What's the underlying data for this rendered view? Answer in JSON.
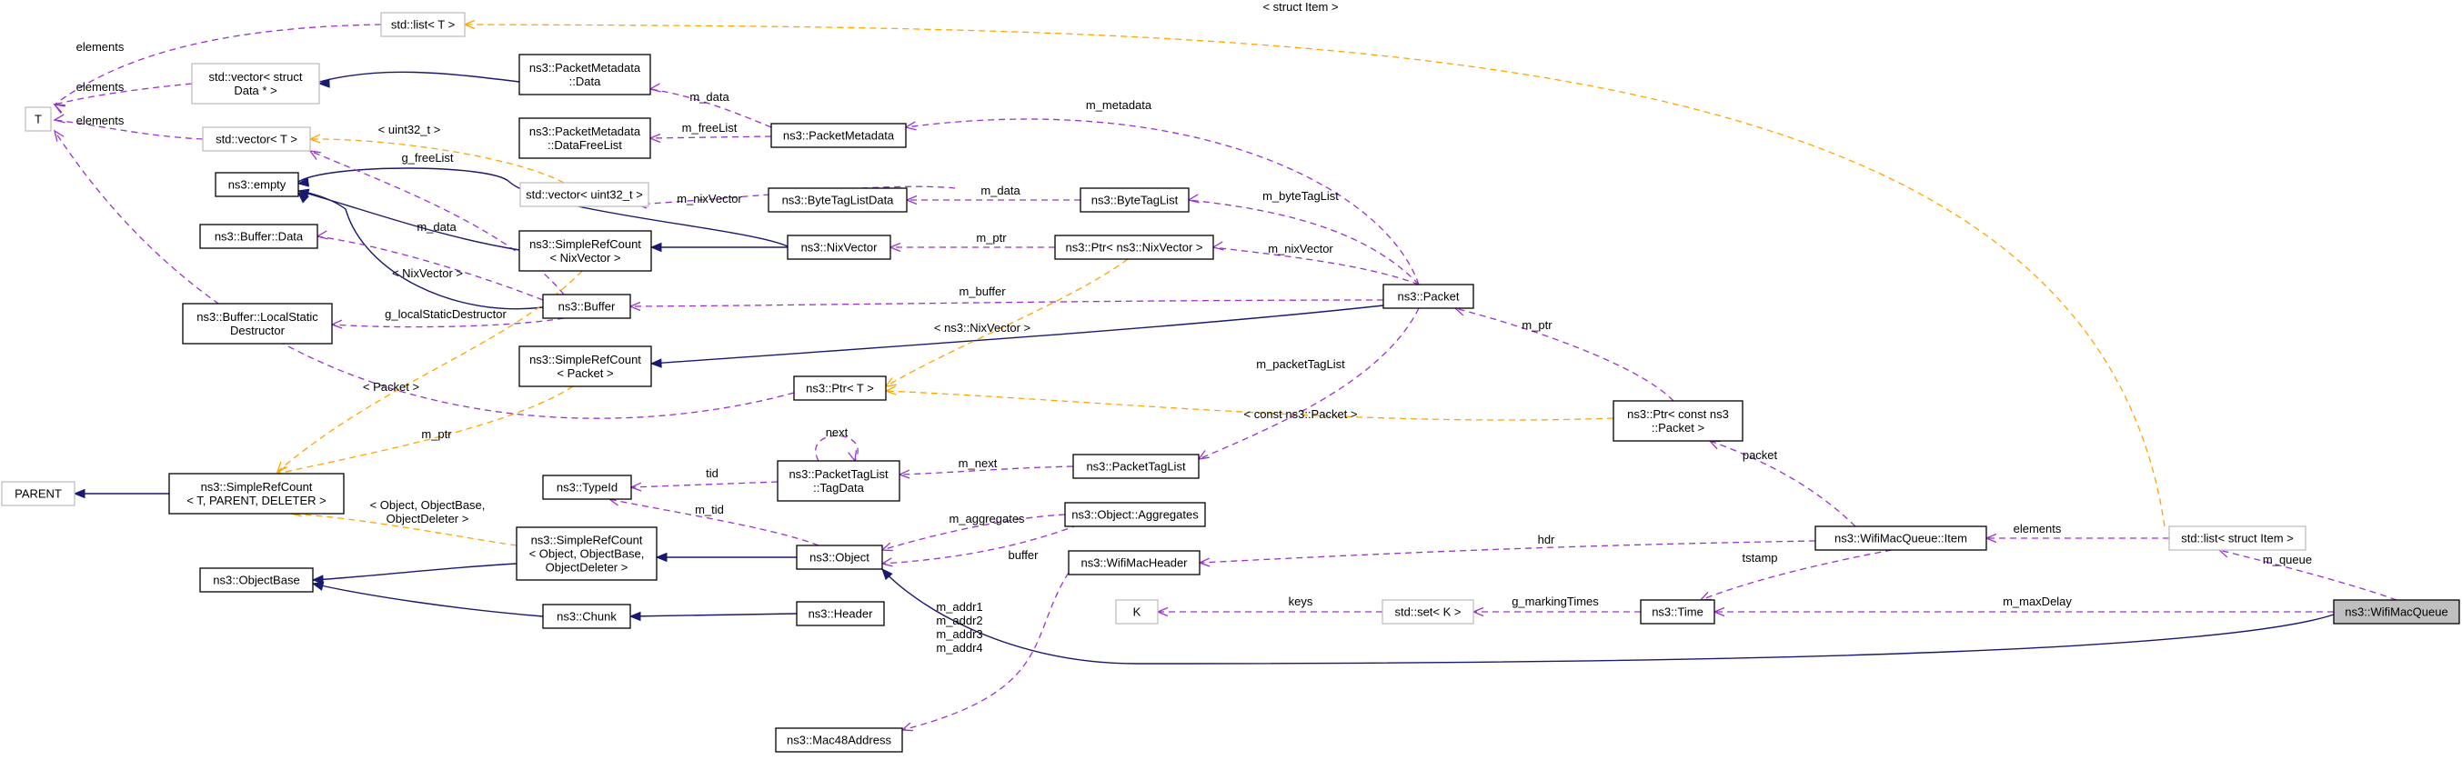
{
  "nodes": [
    {
      "id": "T",
      "lines": [
        "T"
      ],
      "style": "ext"
    },
    {
      "id": "list_T",
      "lines": [
        "std::list< T >"
      ],
      "style": "ext"
    },
    {
      "id": "vector_data",
      "lines": [
        "std::vector< struct",
        "Data * >"
      ],
      "style": "ext"
    },
    {
      "id": "vector_T",
      "lines": [
        "std::vector< T >"
      ],
      "style": "ext"
    },
    {
      "id": "empty",
      "lines": [
        "ns3::empty"
      ],
      "style": "normal"
    },
    {
      "id": "buffer_data",
      "lines": [
        "ns3::Buffer::Data"
      ],
      "style": "normal"
    },
    {
      "id": "buffer_lsd",
      "lines": [
        "ns3::Buffer::LocalStatic",
        "Destructor"
      ],
      "style": "normal"
    },
    {
      "id": "parent",
      "lines": [
        "PARENT"
      ],
      "style": "ext"
    },
    {
      "id": "srcount_generic",
      "lines": [
        "ns3::SimpleRefCount",
        "< T, PARENT, DELETER >"
      ],
      "style": "normal"
    },
    {
      "id": "objectbase",
      "lines": [
        "ns3::ObjectBase"
      ],
      "style": "normal"
    },
    {
      "id": "pm_data",
      "lines": [
        "ns3::PacketMetadata",
        "::Data"
      ],
      "style": "normal"
    },
    {
      "id": "pm_dfl",
      "lines": [
        "ns3::PacketMetadata",
        "::DataFreeList"
      ],
      "style": "normal"
    },
    {
      "id": "vector_u32",
      "lines": [
        "std::vector< uint32_t >"
      ],
      "style": "ext"
    },
    {
      "id": "src_nix",
      "lines": [
        "ns3::SimpleRefCount",
        "< NixVector >"
      ],
      "style": "normal"
    },
    {
      "id": "buffer",
      "lines": [
        "ns3::Buffer"
      ],
      "style": "normal"
    },
    {
      "id": "src_packet",
      "lines": [
        "ns3::SimpleRefCount",
        "< Packet >"
      ],
      "style": "normal"
    },
    {
      "id": "typeid",
      "lines": [
        "ns3::TypeId"
      ],
      "style": "normal"
    },
    {
      "id": "src_obj",
      "lines": [
        "ns3::SimpleRefCount",
        "< Object, ObjectBase,",
        "ObjectDeleter >"
      ],
      "style": "normal"
    },
    {
      "id": "chunk",
      "lines": [
        "ns3::Chunk"
      ],
      "style": "normal"
    },
    {
      "id": "packetmetadata",
      "lines": [
        "ns3::PacketMetadata"
      ],
      "style": "normal"
    },
    {
      "id": "btl_data",
      "lines": [
        "ns3::ByteTagListData"
      ],
      "style": "normal"
    },
    {
      "id": "nixvector",
      "lines": [
        "ns3::NixVector"
      ],
      "style": "normal"
    },
    {
      "id": "ptr_T",
      "lines": [
        "ns3::Ptr< T >"
      ],
      "style": "normal"
    },
    {
      "id": "ptl_tagdata",
      "lines": [
        "ns3::PacketTagList",
        "::TagData"
      ],
      "style": "normal"
    },
    {
      "id": "object",
      "lines": [
        "ns3::Object"
      ],
      "style": "normal"
    },
    {
      "id": "header",
      "lines": [
        "ns3::Header"
      ],
      "style": "normal"
    },
    {
      "id": "mac48",
      "lines": [
        "ns3::Mac48Address"
      ],
      "style": "normal"
    },
    {
      "id": "bytetaglist",
      "lines": [
        "ns3::ByteTagList"
      ],
      "style": "normal"
    },
    {
      "id": "ptr_nix",
      "lines": [
        "ns3::Ptr< ns3::NixVector >"
      ],
      "style": "normal"
    },
    {
      "id": "packettaglist",
      "lines": [
        "ns3::PacketTagList"
      ],
      "style": "normal"
    },
    {
      "id": "aggregates",
      "lines": [
        "ns3::Object::Aggregates"
      ],
      "style": "normal"
    },
    {
      "id": "wifimacheader",
      "lines": [
        "ns3::WifiMacHeader"
      ],
      "style": "normal"
    },
    {
      "id": "K",
      "lines": [
        "K"
      ],
      "style": "ext"
    },
    {
      "id": "packet",
      "lines": [
        "ns3::Packet"
      ],
      "style": "normal"
    },
    {
      "id": "set_K",
      "lines": [
        "std::set< K >"
      ],
      "style": "ext"
    },
    {
      "id": "ptr_cpacket",
      "lines": [
        "ns3::Ptr< const ns3",
        "::Packet >"
      ],
      "style": "normal"
    },
    {
      "id": "time",
      "lines": [
        "ns3::Time"
      ],
      "style": "normal"
    },
    {
      "id": "wmq_item",
      "lines": [
        "ns3::WifiMacQueue::Item"
      ],
      "style": "normal"
    },
    {
      "id": "list_item",
      "lines": [
        "std::list< struct Item >"
      ],
      "style": "ext"
    },
    {
      "id": "wifimacqueue",
      "lines": [
        "ns3::WifiMacQueue"
      ],
      "style": "focus"
    }
  ],
  "edges": [
    {
      "id": "e1",
      "kind": "use",
      "label": "elements"
    },
    {
      "id": "e2",
      "kind": "use",
      "label": "elements"
    },
    {
      "id": "e3",
      "kind": "use",
      "label": "elements"
    },
    {
      "id": "e4",
      "kind": "inherit",
      "label": ""
    },
    {
      "id": "e5",
      "kind": "use",
      "label": "m_data"
    },
    {
      "id": "e6",
      "kind": "use",
      "label": "m_freeList"
    },
    {
      "id": "e7",
      "kind": "tmpl",
      "label": "< uint32_t >"
    },
    {
      "id": "e8",
      "kind": "inherit",
      "label": ""
    },
    {
      "id": "e9",
      "kind": "use",
      "label": "m_metadata"
    },
    {
      "id": "e10",
      "kind": "use",
      "label": "g_freeList"
    },
    {
      "id": "e11",
      "kind": "inherit",
      "label": ""
    },
    {
      "id": "e12",
      "kind": "use",
      "label": "m_nixVector"
    },
    {
      "id": "e13",
      "kind": "inherit",
      "label": ""
    },
    {
      "id": "e14",
      "kind": "inherit",
      "label": ""
    },
    {
      "id": "e15",
      "kind": "use",
      "label": "m_data"
    },
    {
      "id": "e16",
      "kind": "use",
      "label": "m_byteTagList"
    },
    {
      "id": "e17",
      "kind": "use",
      "label": "m_data"
    },
    {
      "id": "e18",
      "kind": "tmpl",
      "label": "< NixVector >"
    },
    {
      "id": "e19",
      "kind": "use",
      "label": "m_ptr"
    },
    {
      "id": "e20",
      "kind": "use",
      "label": "m_nixVector"
    },
    {
      "id": "e21",
      "kind": "use",
      "label": "m_buffer"
    },
    {
      "id": "e22",
      "kind": "use",
      "label": "g_localStaticDestructor"
    },
    {
      "id": "e23",
      "kind": "inherit",
      "label": ""
    },
    {
      "id": "e24",
      "kind": "tmpl",
      "label": "< ns3::NixVector >"
    },
    {
      "id": "e25",
      "kind": "tmpl",
      "label": "< Packet >"
    },
    {
      "id": "e26",
      "kind": "use",
      "label": "m_ptr"
    },
    {
      "id": "e27",
      "kind": "use",
      "label": "m_packetTagList"
    },
    {
      "id": "e28",
      "kind": "tmpl",
      "label": "< const ns3::Packet >"
    },
    {
      "id": "e29",
      "kind": "use",
      "label": "m_ptr"
    },
    {
      "id": "e30",
      "kind": "inherit",
      "label": ""
    },
    {
      "id": "e31",
      "kind": "use",
      "label": "next"
    },
    {
      "id": "e32",
      "kind": "use",
      "label": "tid"
    },
    {
      "id": "e33",
      "kind": "use",
      "label": "m_next"
    },
    {
      "id": "e34",
      "kind": "tmpl",
      "label": "< Object, ObjectBase, ObjectDeleter >"
    },
    {
      "id": "e35",
      "kind": "use",
      "label": "m_tid"
    },
    {
      "id": "e36",
      "kind": "use",
      "label": "m_aggregates"
    },
    {
      "id": "e37",
      "kind": "use",
      "label": "buffer"
    },
    {
      "id": "e38",
      "kind": "inherit",
      "label": ""
    },
    {
      "id": "e39",
      "kind": "inherit",
      "label": ""
    },
    {
      "id": "e40",
      "kind": "inherit",
      "label": ""
    },
    {
      "id": "e41",
      "kind": "inherit",
      "label": ""
    },
    {
      "id": "e42",
      "kind": "inherit",
      "label": ""
    },
    {
      "id": "e43",
      "kind": "use",
      "label": "packet"
    },
    {
      "id": "e44",
      "kind": "use",
      "label": "hdr"
    },
    {
      "id": "e45",
      "kind": "use",
      "label": "m_addr1 m_addr2 m_addr3 m_addr4"
    },
    {
      "id": "e46",
      "kind": "use",
      "label": "tstamp"
    },
    {
      "id": "e47",
      "kind": "use",
      "label": "keys"
    },
    {
      "id": "e48",
      "kind": "use",
      "label": "g_markingTimes"
    },
    {
      "id": "e49",
      "kind": "use",
      "label": "elements"
    },
    {
      "id": "e50",
      "kind": "tmpl",
      "label": "< struct Item >"
    },
    {
      "id": "e51",
      "kind": "use",
      "label": "m_queue"
    },
    {
      "id": "e52",
      "kind": "use",
      "label": "m_maxDelay"
    }
  ]
}
